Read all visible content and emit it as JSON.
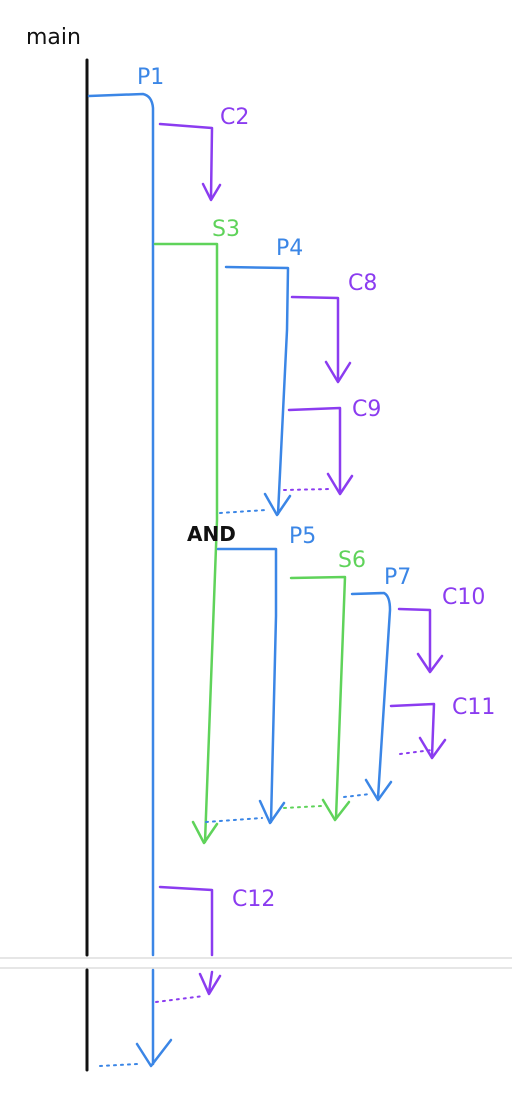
{
  "labels": {
    "main": "main",
    "p1": "P1",
    "c2": "C2",
    "s3": "S3",
    "p4": "P4",
    "c8": "C8",
    "c9": "C9",
    "and": "AND",
    "p5": "P5",
    "s6": "S6",
    "p7": "P7",
    "c10": "C10",
    "c11": "C11",
    "c12": "C12"
  },
  "colors": {
    "main": "#111111",
    "parallel": "#3b86e6",
    "call": "#8b3cf0",
    "sequential": "#5fd35a",
    "separator": "#cccccc"
  }
}
